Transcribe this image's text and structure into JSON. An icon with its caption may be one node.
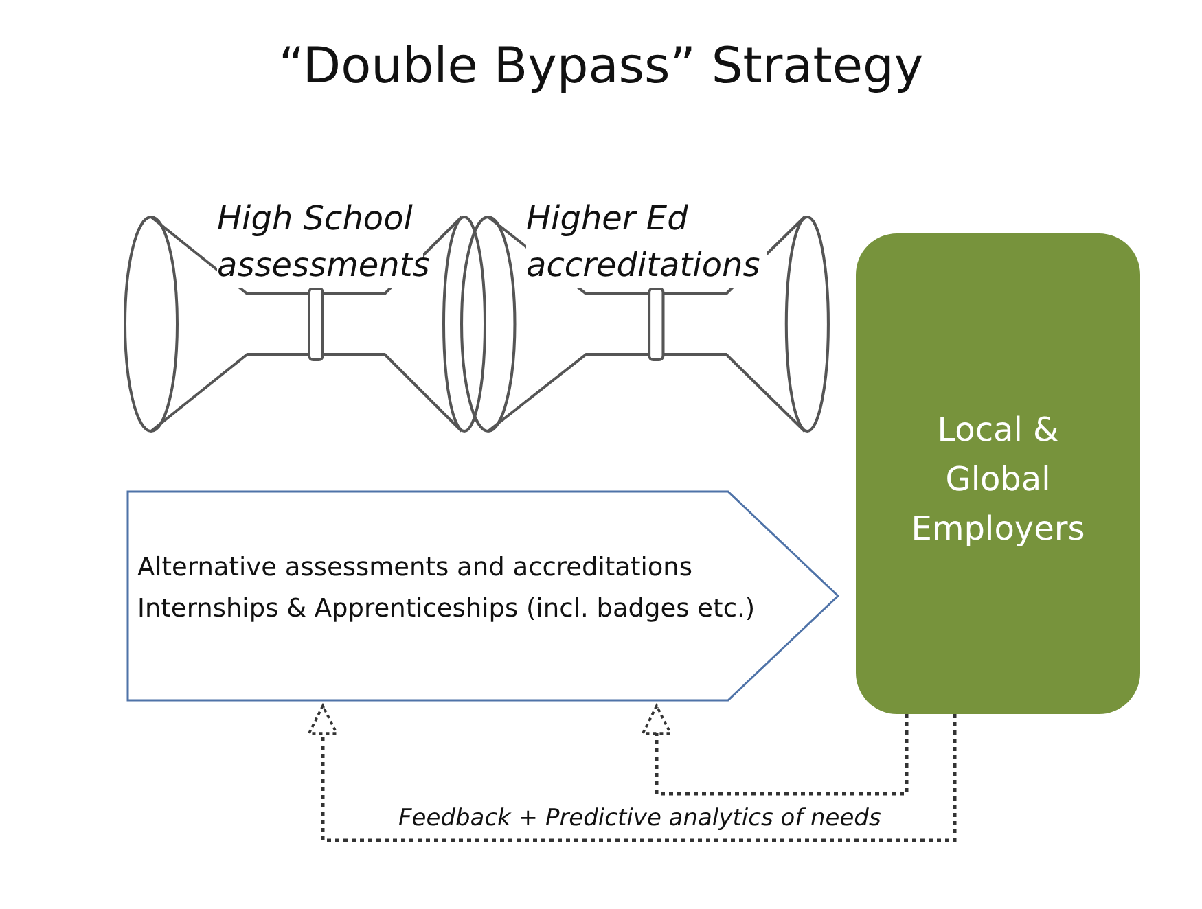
{
  "diagram": {
    "title": "“Double Bypass” Strategy",
    "nodes": [
      {
        "text": [
          "High School assessments"
        ]
      },
      {
        "text": [
          "Higher Ed accreditations"
        ]
      },
      {
        "text": [
          "Alternative assessments and accreditations",
          "Internships & Apprenticeships (incl. badges etc.)"
        ]
      },
      {
        "text": [
          "Local & Global Employers"
        ]
      }
    ],
    "edges": [
      {
        "from": 3,
        "to": 2,
        "arrow": "to",
        "style": "dashed"
      },
      {
        "from": 3,
        "to": 2,
        "arrow": "to",
        "style": "dashed",
        "label": "Feedback + Predictive analytics of needs"
      }
    ]
  }
}
